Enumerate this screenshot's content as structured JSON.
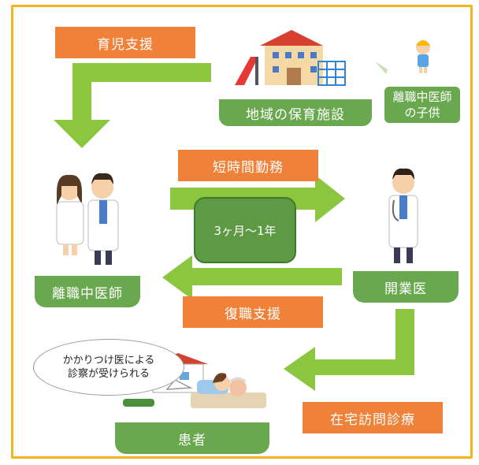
{
  "labels": {
    "childcare_support": "育児支援",
    "short_hours": "短時間勤務",
    "return_support": "復職支援",
    "home_visit": "在宅訪問診療"
  },
  "cards": {
    "nursery": "地域の保育施設",
    "child": "離職中医師の子供",
    "doctors_on_leave": "離職中医師",
    "practitioner": "開業医",
    "patient": "患者"
  },
  "center_period": "3ヶ月〜1年",
  "speech_bubble": "かかりつけ医による診察が受けられる",
  "colors": {
    "orange": "#ef8139",
    "green_dark": "#6aa84f",
    "green_card": "#c8e0b4",
    "arrow_green": "#8cc63f",
    "frame": "#f3b51b"
  }
}
